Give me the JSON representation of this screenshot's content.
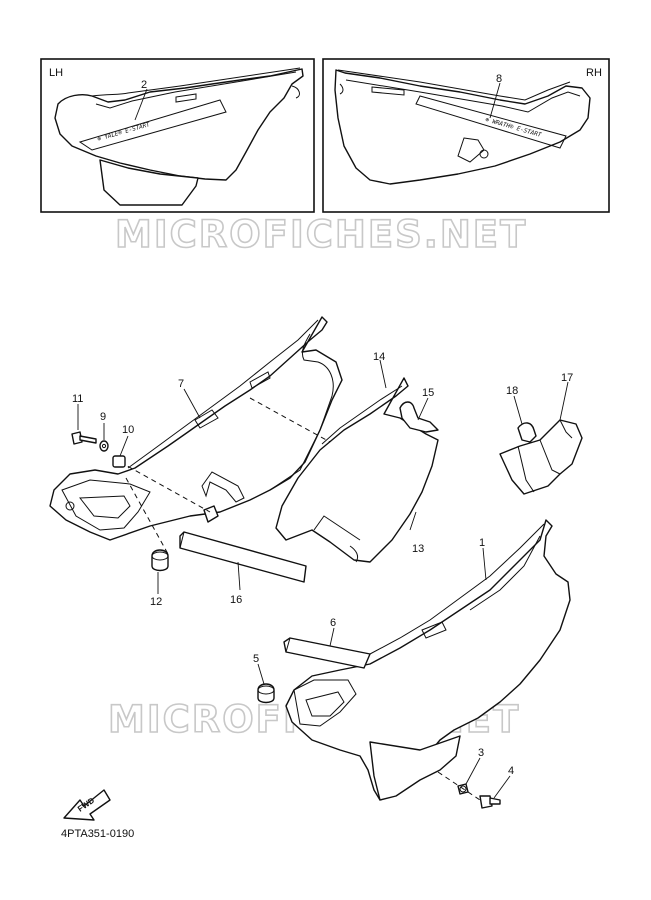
{
  "views": {
    "left_label": "LH",
    "right_label": "RH",
    "left_decal": "⊕ YALE® E-START",
    "right_decal": "⊕ WRATH® E-START"
  },
  "watermark": "MICROFICHES.NET",
  "fwd_label": "FWD",
  "diagram_code": "4PTA351-0190",
  "callouts": {
    "c1": "1",
    "c2": "2",
    "c3": "3",
    "c4": "4",
    "c5": "5",
    "c6": "6",
    "c7": "7",
    "c8": "8",
    "c9": "9",
    "c10": "10",
    "c11": "11",
    "c12": "12",
    "c13": "13",
    "c14": "14",
    "c15": "15",
    "c16": "16",
    "c17": "17",
    "c18": "18"
  }
}
